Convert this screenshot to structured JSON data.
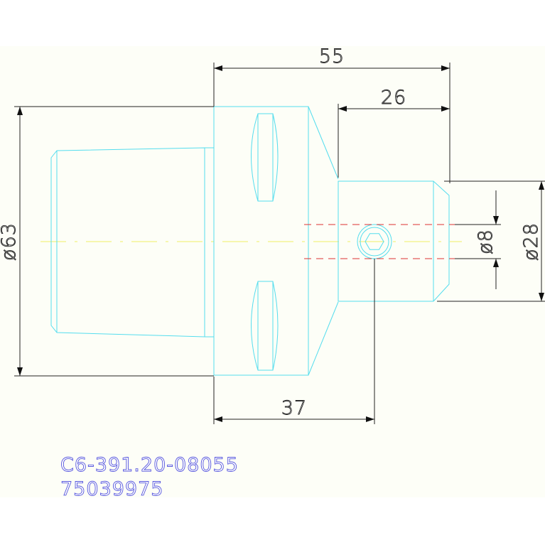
{
  "drawing": {
    "dimensions": {
      "overall_length": "55",
      "shank_length": "26",
      "body_to_screw": "37",
      "flange_diameter": "ø63",
      "shank_diameter": "ø28",
      "bore_diameter": "ø8"
    },
    "part_number": "C6-391.20-08055",
    "order_code": "75039975",
    "colors": {
      "background": "#fdfef7",
      "outline": "#55ddee",
      "dimension": "#222222",
      "centerline": "#eeee66",
      "hidden_line": "#dd3333",
      "text": "#5555dd"
    }
  }
}
